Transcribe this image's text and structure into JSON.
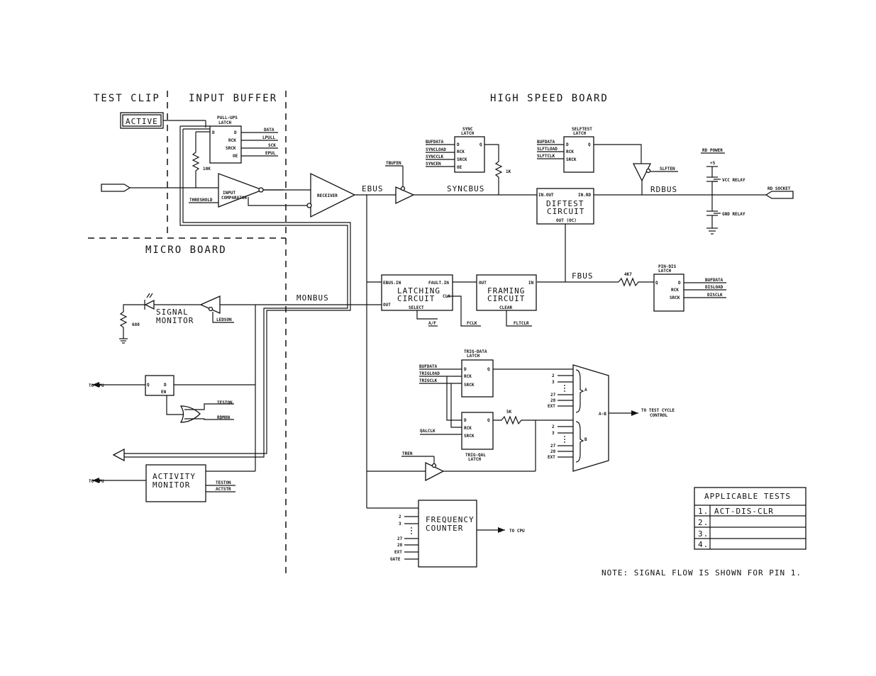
{
  "sections": {
    "test_clip": "TEST CLIP",
    "input_buffer": "INPUT BUFFER",
    "high_speed_board": "HIGH SPEED BOARD",
    "micro_board": "MICRO BOARD"
  },
  "buses": {
    "ebus": "EBUS",
    "syncbus": "SYNCBUS",
    "rdbus": "RDBUS",
    "fbus": "FBUS",
    "monbus": "MONBUS"
  },
  "active": "ACTIVE",
  "pullups_latch": {
    "title1": "PULL-UPS",
    "title2": "LATCH",
    "in_d": "D",
    "pins": [
      "D",
      "RCK",
      "SRCK",
      "OE"
    ],
    "outs": [
      "DATA",
      "LPULL",
      "SCK",
      "EPUL"
    ]
  },
  "input_comparator": {
    "line1": "INPUT",
    "line2": "COMPARATOR",
    "threshold": "THRESHOLD",
    "resistor": "10K"
  },
  "receiver": "RECEIVER",
  "sync_latch": {
    "title1": "SYNC",
    "title2": "LATCH",
    "ins": [
      "BUFDATA",
      "SYNCLOAD",
      "SYNCCLK",
      "SYNCEN"
    ],
    "pins": [
      "D",
      "RCK",
      "SRCK",
      "OE"
    ],
    "q": "Q",
    "resistor": "1K"
  },
  "tbufen": "TBUFEN",
  "selftest_latch": {
    "title1": "SELFTEST",
    "title2": "LATCH",
    "ins": [
      "BUFDATA",
      "SLFTLOAD",
      "SLFTCLK"
    ],
    "pins": [
      "D",
      "RCK",
      "SRCK"
    ],
    "q": "Q",
    "slften": "SLFTEN"
  },
  "diftest": {
    "in_out": "IN.OUT",
    "in_rd": "IN.RD",
    "line1": "DIFTEST",
    "line2": "CIRCUIT",
    "out": "OUT (OC)"
  },
  "rd_power": {
    "title": "RD POWER",
    "plus5": "+5",
    "vcc": "VCC RELAY",
    "gnd": "GND RELAY",
    "socket": "RD SOCKET"
  },
  "latching": {
    "ebus_in": "EBUS.IN",
    "fault_in": "FAULT.IN",
    "line1": "LATCHING",
    "line2": "CIRCUIT",
    "clk": "CLK",
    "out": "OUT",
    "select": "SELECT",
    "af": "A/F",
    "fclk": "FCLK"
  },
  "framing": {
    "out": "OUT",
    "in": "IN",
    "line1": "FRAMING",
    "line2": "CIRCUIT",
    "clear": "CLEAR",
    "fltclr": "FLTCLR"
  },
  "pin_dis_latch": {
    "title1": "PIN-DIS",
    "title2": "LATCH",
    "resistor": "4K7",
    "q": "Q",
    "pins": [
      "D",
      "RCK",
      "SRCK"
    ],
    "ins": [
      "BUFDATA",
      "DISLOAD",
      "DISCLK"
    ]
  },
  "signal_monitor": {
    "line1": "SIGNAL",
    "line2": "MONITOR",
    "resistor": "680",
    "ledson": "LEDSON"
  },
  "to_cpu": "TO CPU",
  "ff_small": {
    "q": "Q",
    "d": "D",
    "en": "EN"
  },
  "or_gate_ins": [
    "TESTON",
    "RDMON"
  ],
  "activity_monitor": {
    "line1": "ACTIVITY",
    "line2": "MONITOR",
    "ins": [
      "TESTON",
      "ACTSTR"
    ]
  },
  "trig_data_latch": {
    "title1": "TRIG-DATA",
    "title2": "LATCH",
    "ins": [
      "BUFDATA",
      "TRIGLOAD",
      "TRIGCLK"
    ],
    "pins": [
      "D",
      "RCK",
      "SRCK"
    ],
    "q": "Q"
  },
  "trig_qal_latch": {
    "title1": "TRIG-QAL",
    "title2": "LATCH",
    "qalclk": "QALCLK",
    "pins": [
      "D",
      "RCK",
      "SRCK"
    ],
    "q": "Q",
    "resistor": "5K"
  },
  "tren": "TREN",
  "mux": {
    "in_a": "A",
    "in_b": "B",
    "out": "A-B",
    "pins": [
      "2",
      "3",
      "27",
      "28",
      "EXT"
    ],
    "dest1": "TO TEST CYCLE",
    "dest2": "CONTROL"
  },
  "freq_counter": {
    "line1": "FREQUENCY",
    "line2": "COUNTER",
    "pins": [
      "2",
      "3",
      "27",
      "28",
      "EXT",
      "GATE"
    ],
    "dest": "TO CPU"
  },
  "applicable_tests": {
    "title": "APPLICABLE TESTS",
    "rows": [
      {
        "num": "1.",
        "name": "ACT-DIS-CLR"
      },
      {
        "num": "2.",
        "name": ""
      },
      {
        "num": "3.",
        "name": ""
      },
      {
        "num": "4.",
        "name": ""
      }
    ]
  },
  "note": "NOTE: SIGNAL FLOW IS SHOWN FOR PIN 1."
}
